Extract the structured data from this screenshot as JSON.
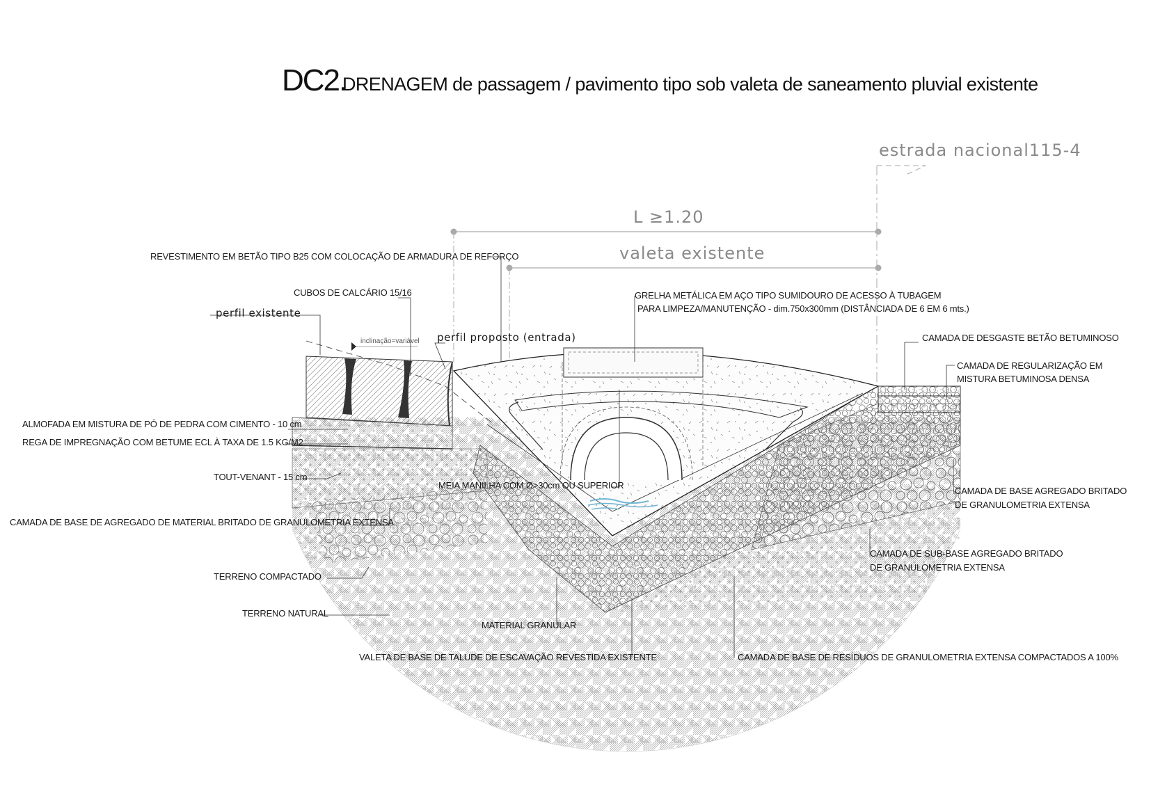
{
  "title": {
    "code": "DC2.",
    "text": "DRENAGEM de passagem / pavimento tipo sob valeta de saneamento pluvial existente"
  },
  "dimensions": {
    "road": "estrada nacional115-4",
    "width": "L ≥1.20",
    "ditch": "valeta existente"
  },
  "annotations": {
    "revestimento": "REVESTIMENTO EM BETÃO TIPO B25 COM COLOCAÇÃO DE ARMADURA DE REFORÇO",
    "cubos": "CUBOS DE CALCÁRIO 15/16",
    "perfil_existente": "perfil existente",
    "inclinacao": "inclinação=variável",
    "perfil_proposto": "perfil proposto (entrada)",
    "grelha_1": "GRELHA METÁLICA EM AÇO TIPO SUMIDOURO DE ACESSO À TUBAGEM",
    "grelha_2": "PARA LIMPEZA/MANUTENÇÃO - dim.750x300mm (DISTÂNCIADA DE 6 EM 6 mts.)",
    "desgaste": "CAMADA DE DESGASTE BETÃO BETUMINOSO",
    "regularizacao_1": "CAMADA DE REGULARIZAÇÃO EM",
    "regularizacao_2": "MISTURA BETUMINOSA DENSA",
    "almofada": "ALMOFADA EM MISTURA DE PÓ DE PEDRA COM CIMENTO - 10 cm",
    "rega": "REGA DE IMPREGNAÇÃO COM BETUME ECL À TAXA DE 1.5 KG/M2",
    "tout_venant": "TOUT-VENANT - 15 cm",
    "meia_manilha": "MEIA MANILHA COM Ø>30cm OU SUPERIOR",
    "base_agregado_1": "CAMADA DE BASE AGREGADO BRITADO",
    "base_agregado_2": "DE GRANULOMETRIA EXTENSA",
    "base_material": "CAMADA DE BASE DE AGREGADO DE MATERIAL BRITADO DE GRANULOMETRIA EXTENSA",
    "sub_base_1": "CAMADA DE SUB-BASE AGREGADO BRITADO",
    "sub_base_2": "DE GRANULOMETRIA EXTENSA",
    "terreno_compactado": "TERRENO COMPACTADO",
    "terreno_natural": "TERRENO NATURAL",
    "material_granular": "MATERIAL GRANULAR",
    "valeta_base": "VALETA DE BASE DE TALUDE DE ESCAVAÇÃO REVESTIDA EXISTENTE",
    "residuos": "CAMADA DE BASE DE RESÍDUOS DE GRANULOMETRIA EXTENSA COMPACTADOS A 100%"
  },
  "colors": {
    "ink": "#1a1a1a",
    "dimension": "#8a8a8a",
    "water": "#6fb7d6"
  }
}
